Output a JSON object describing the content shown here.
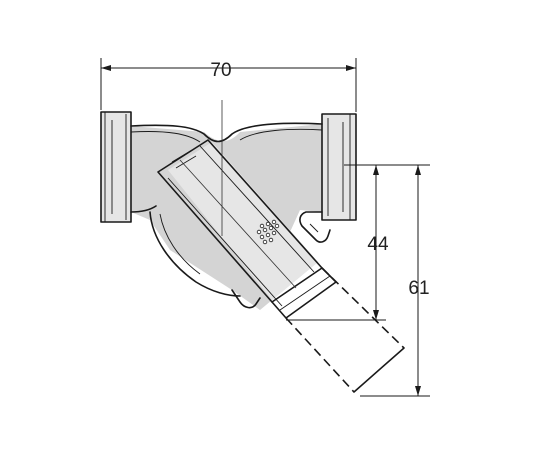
{
  "drawing": {
    "subject": "y-strainer",
    "dimensions": {
      "overall_length": "70",
      "screen_height": "44",
      "total_height": "61"
    }
  }
}
